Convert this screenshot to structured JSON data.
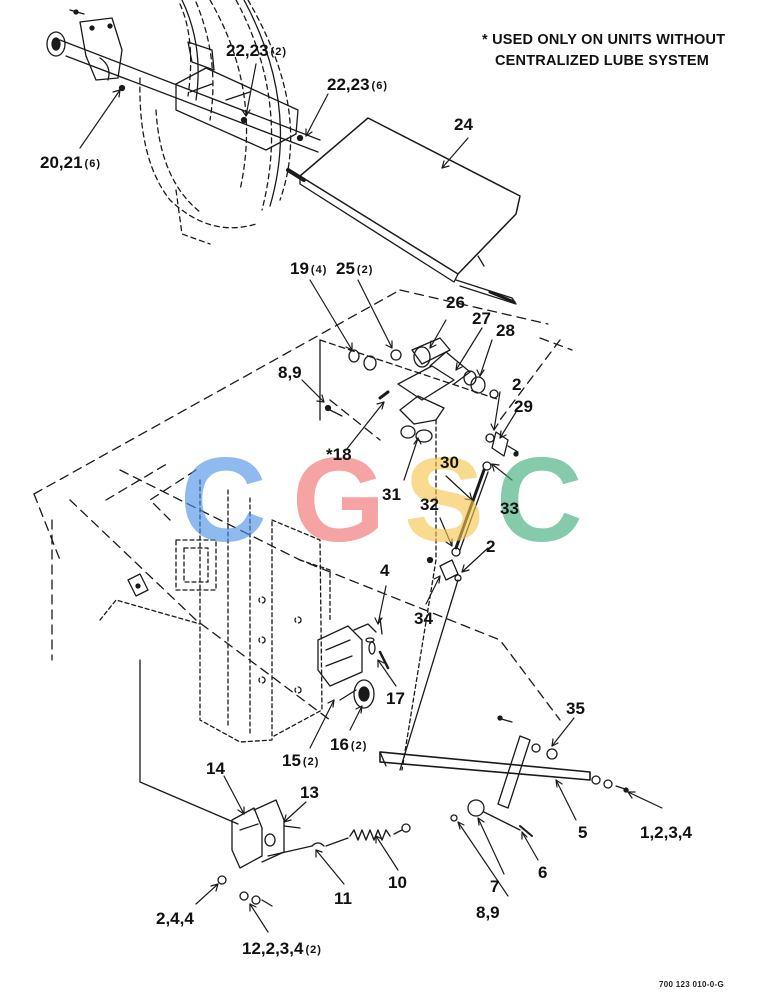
{
  "note": {
    "line1": "* USED ONLY ON UNITS WITHOUT",
    "line2": "CENTRALIZED LUBE SYSTEM"
  },
  "reference_code": "700 123 010-0-G",
  "watermark": {
    "letters": [
      "C",
      "G",
      "S",
      "C"
    ],
    "colors": [
      "#4a90e8",
      "#ef6b6b",
      "#f5c64a",
      "#3aaa78"
    ]
  },
  "callouts": [
    {
      "id": "c-20-21",
      "text": "20,21",
      "qty": "(6)"
    },
    {
      "id": "c-22-23-a",
      "text": "22,23",
      "qty": "(2)"
    },
    {
      "id": "c-22-23-b",
      "text": "22,23",
      "qty": "(6)"
    },
    {
      "id": "c-24",
      "text": "24",
      "qty": ""
    },
    {
      "id": "c-19",
      "text": "19",
      "qty": "(4)"
    },
    {
      "id": "c-25",
      "text": "25",
      "qty": "(2)"
    },
    {
      "id": "c-26",
      "text": "26",
      "qty": ""
    },
    {
      "id": "c-27",
      "text": "27",
      "qty": ""
    },
    {
      "id": "c-28",
      "text": "28",
      "qty": ""
    },
    {
      "id": "c-8-9-a",
      "text": "8,9",
      "qty": ""
    },
    {
      "id": "c-2-a",
      "text": "2",
      "qty": ""
    },
    {
      "id": "c-29",
      "text": "29",
      "qty": ""
    },
    {
      "id": "c-18",
      "text": "*18",
      "qty": ""
    },
    {
      "id": "c-30",
      "text": "30",
      "qty": ""
    },
    {
      "id": "c-31",
      "text": "31",
      "qty": ""
    },
    {
      "id": "c-32",
      "text": "32",
      "qty": ""
    },
    {
      "id": "c-33",
      "text": "33",
      "qty": ""
    },
    {
      "id": "c-2-b",
      "text": "2",
      "qty": ""
    },
    {
      "id": "c-4",
      "text": "4",
      "qty": ""
    },
    {
      "id": "c-34",
      "text": "34",
      "qty": ""
    },
    {
      "id": "c-17",
      "text": "17",
      "qty": ""
    },
    {
      "id": "c-16",
      "text": "16",
      "qty": "(2)"
    },
    {
      "id": "c-15",
      "text": "15",
      "qty": "(2)"
    },
    {
      "id": "c-35",
      "text": "35",
      "qty": ""
    },
    {
      "id": "c-14",
      "text": "14",
      "qty": ""
    },
    {
      "id": "c-13",
      "text": "13",
      "qty": ""
    },
    {
      "id": "c-5",
      "text": "5",
      "qty": ""
    },
    {
      "id": "c-1-2-3-4",
      "text": "1,2,3,4",
      "qty": ""
    },
    {
      "id": "c-6",
      "text": "6",
      "qty": ""
    },
    {
      "id": "c-10",
      "text": "10",
      "qty": ""
    },
    {
      "id": "c-7",
      "text": "7",
      "qty": ""
    },
    {
      "id": "c-11",
      "text": "11",
      "qty": ""
    },
    {
      "id": "c-8-9-b",
      "text": "8,9",
      "qty": ""
    },
    {
      "id": "c-2-4-4",
      "text": "2,4,4",
      "qty": ""
    },
    {
      "id": "c-12",
      "text": "12,2,3,4",
      "qty": "(2)"
    }
  ]
}
